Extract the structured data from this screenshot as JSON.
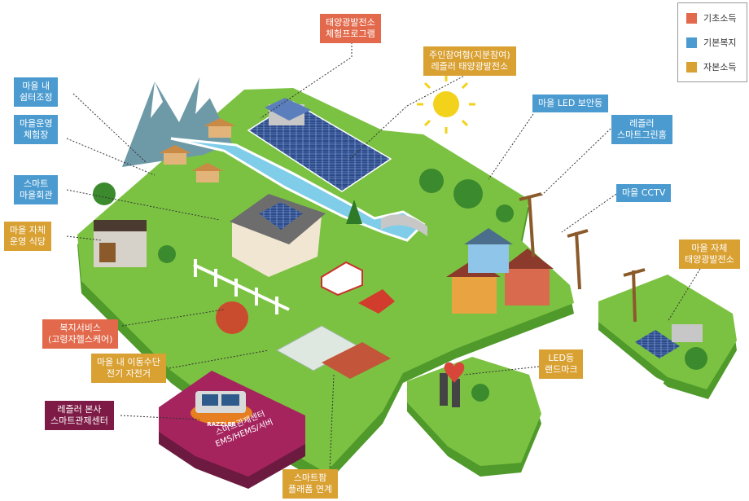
{
  "legend": {
    "items": [
      {
        "label": "기초소득",
        "color": "#e2694b"
      },
      {
        "label": "기본복지",
        "color": "#4b9bd0"
      },
      {
        "label": "자본소득",
        "color": "#d9a032"
      }
    ]
  },
  "labels": {
    "solar_program": {
      "lines": [
        "태양광발전소",
        "체험프로그램"
      ],
      "category": "기초소득"
    },
    "resident_solar": {
      "lines": [
        "주인참여형(지분참여)",
        "레즐러 태양광발전소"
      ],
      "category": "자본소득"
    },
    "village_shelter": {
      "lines": [
        "마을 내",
        "쉼터조정"
      ],
      "category": "기본복지"
    },
    "village_experience": {
      "lines": [
        "마을운영",
        "체험장"
      ],
      "category": "기본복지"
    },
    "smart_hall": {
      "lines": [
        "스마트",
        "마을회관"
      ],
      "category": "기본복지"
    },
    "village_restaurant": {
      "lines": [
        "마을 자체",
        "운영 식당"
      ],
      "category": "자본소득"
    },
    "welfare_service": {
      "lines": [
        "복지서비스",
        "(고령자헬스케어)"
      ],
      "category": "기초소득"
    },
    "e_bike": {
      "lines": [
        "마을 내 이동수단",
        "전기 자전거"
      ],
      "category": "자본소득"
    },
    "control_center": {
      "lines": [
        "레즐러 본사",
        "스마트관제센터"
      ],
      "category": "other"
    },
    "led_security": {
      "lines": [
        "마을 LED 보안등"
      ],
      "category": "기본복지"
    },
    "smart_greenhouse": {
      "lines": [
        "레즐러",
        "스마트그린홈"
      ],
      "category": "기본복지"
    },
    "village_cctv": {
      "lines": [
        "마을 CCTV"
      ],
      "category": "기본복지"
    },
    "village_solar_own": {
      "lines": [
        "마을 자체",
        "태양광발전소"
      ],
      "category": "자본소득"
    },
    "led_landmark": {
      "lines": [
        "LED등",
        "랜드마크"
      ],
      "category": "자본소득"
    },
    "smart_farm": {
      "lines": [
        "스마트팜",
        "플래폼 연계"
      ],
      "category": "자본소득"
    }
  },
  "center_platform": {
    "lines": [
      "스마트관제센터",
      "EMS/HEMS/서버"
    ],
    "logo": "RAZZLER"
  },
  "colors": {
    "grass": "#7cc242",
    "grass_side": "#4f9a2b",
    "water": "#7fcde8",
    "platform": "#a5245e"
  }
}
